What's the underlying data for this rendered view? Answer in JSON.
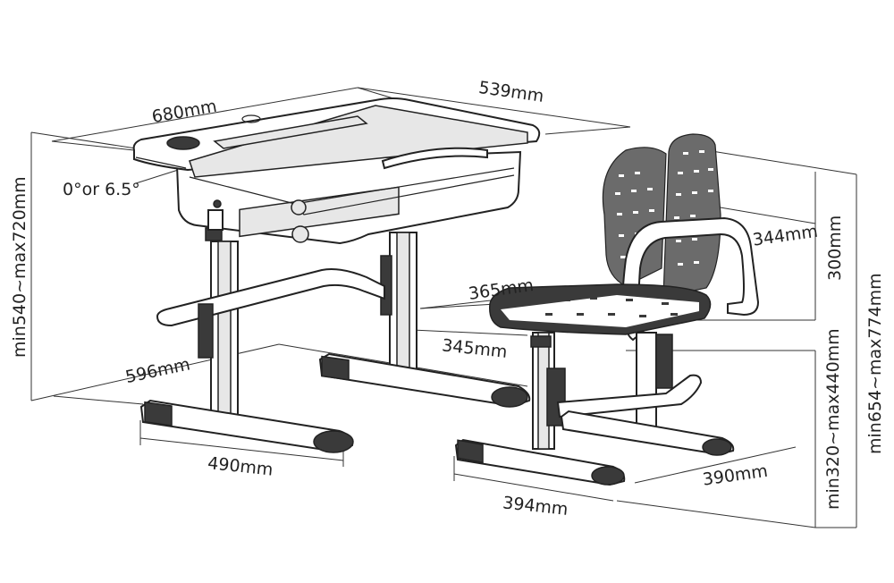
{
  "dimensions": {
    "desk_width": "680mm",
    "desk_depth": "539mm",
    "tilt": "0°or 6.5°",
    "desk_height": "min540~max720mm",
    "desk_base_depth": "596mm",
    "desk_base_width": "490mm",
    "chair_seat_width": "365mm",
    "chair_back_width": "344mm",
    "chair_back_height": "300mm",
    "chair_seat_depth": "345mm",
    "chair_seat_height": "min320~max440mm",
    "chair_total_height": "min654~max774mm",
    "chair_base_width": "394mm",
    "chair_base_depth": "390mm"
  }
}
